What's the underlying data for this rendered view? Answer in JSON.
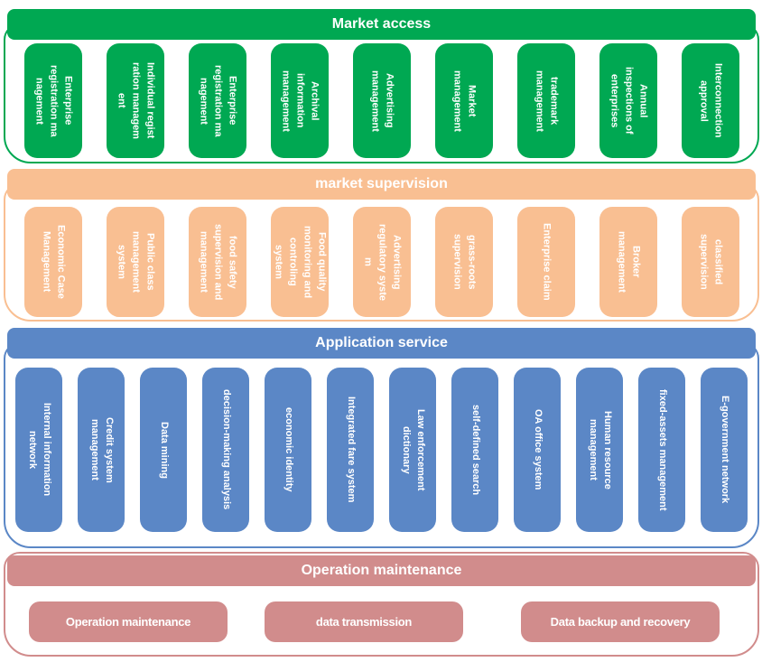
{
  "page": {
    "background": "#ffffff"
  },
  "sections": [
    {
      "title": "Market access",
      "color": "#00A852",
      "items": [
        "Enterprise\nregistration ma\nnagement",
        "Individual regist\nration managem\nent",
        "Enterprise\nregistration ma\nnagement",
        "Archival\ninformation\nmanagement",
        "Advertising\nmanagement",
        "Market\nmanagement",
        "trademark\nmanagement",
        "Annual\ninspections of\nenterprises",
        "Interconnection\napproval"
      ]
    },
    {
      "title": "market supervision",
      "color": "#F9BF92",
      "items": [
        "Economic Case\nManagement",
        "Public class\nmanagement\nsystem",
        "food safety\nsupervision and\nmanagement",
        "Food quality\nmonitoring and\ncontroling\nsystem",
        "Advertising\nregulatory syste\nm",
        "grass-roots\nsupervision",
        "Enterprise claim",
        "Broker\nmanagement",
        "classified\nsupervision"
      ]
    },
    {
      "title": "Application service",
      "color": "#5B87C6",
      "items": [
        "Internal information\nnetwork",
        "Credit system\nmanagement",
        "Data mining",
        "decision-making analysis",
        "economic identity",
        "Integrated fare system",
        "Law enforcement\ndictionary",
        "self-defined search",
        "OA office system",
        "Human resource\nmanagement",
        "fixed-assets management",
        "E-government network"
      ]
    },
    {
      "title": "Operation maintenance",
      "color": "#D18C8C",
      "items": [
        "Operation maintenance",
        "data transmission",
        "Data backup and recovery"
      ]
    }
  ]
}
